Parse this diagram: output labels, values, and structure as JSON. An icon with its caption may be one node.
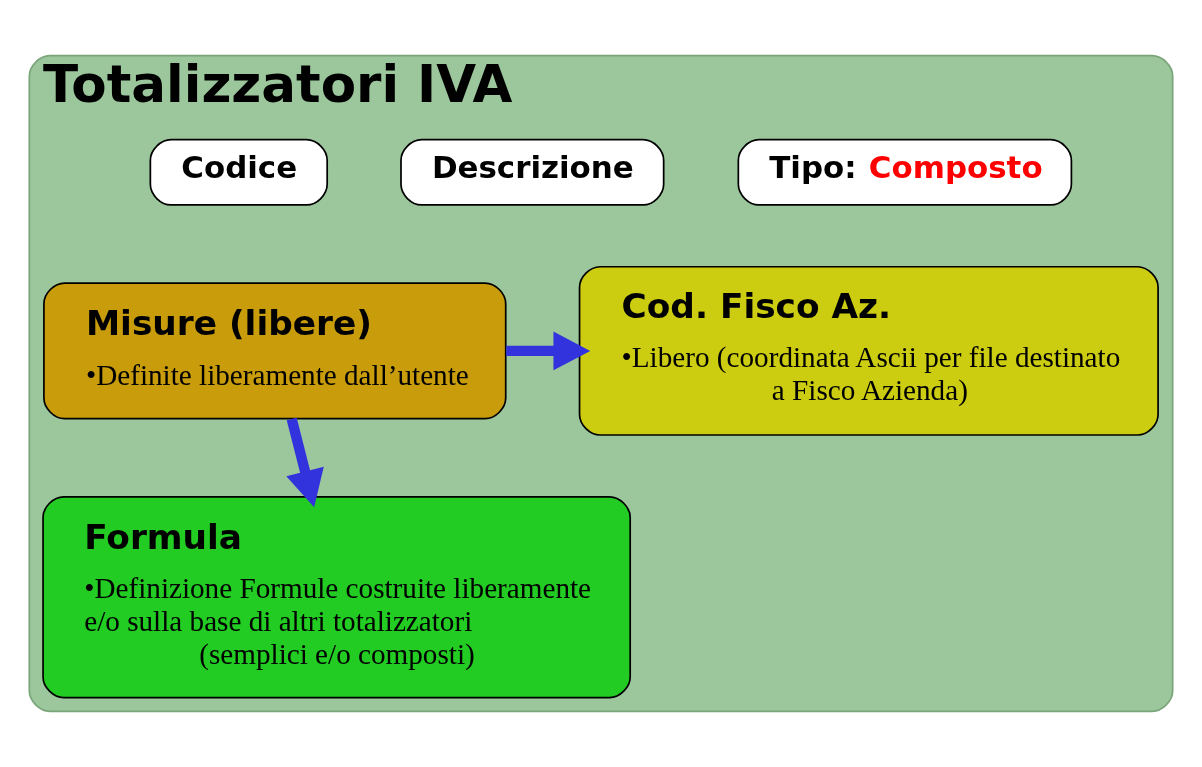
{
  "diagram": {
    "nodes": [
      {
        "text": [
          "Totalizzatori IVA"
        ]
      },
      {
        "text": [
          "Codice"
        ],
        "in": 0
      },
      {
        "text": [
          "Descrizione"
        ],
        "in": 0
      },
      {
        "text": [
          "Tipo:",
          "Composto"
        ],
        "in": 0
      },
      {
        "text": [
          "Misure (libere)",
          "•Definite liberamente dall’utente"
        ],
        "in": 0
      },
      {
        "text": [
          "Cod. Fisco Az.",
          "•Libero (coordinata Ascii per file destinato a Fisco Azienda)"
        ],
        "in": 0
      },
      {
        "text": [
          "Formula",
          "•Definizione Formule costruite liberamente e/o sulla base di altri totalizzatori (semplici e/o composti)"
        ],
        "in": 0
      }
    ],
    "edges": [
      {
        "from": 4,
        "to": 5,
        "arrow": "to"
      },
      {
        "from": 4,
        "to": 6,
        "arrow": "to"
      }
    ]
  }
}
